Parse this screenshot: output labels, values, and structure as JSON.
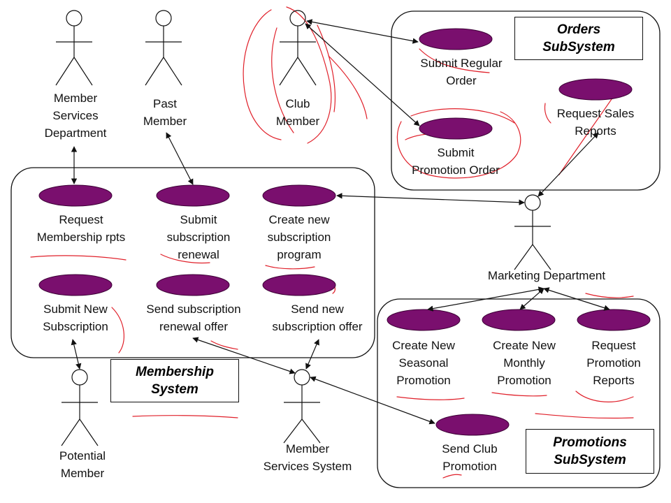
{
  "colors": {
    "usecase_fill": "#7a0f6e",
    "usecase_stroke": "#3c0035",
    "annotation": "#e0202a",
    "line": "#111111"
  },
  "systems": {
    "orders": "Orders\nSubSystem",
    "membership": "Membership\nSystem",
    "promotions": "Promotions\nSubSystem"
  },
  "actors": {
    "member_services_department": "Member\nServices\nDepartment",
    "past_member": "Past\nMember",
    "club_member": "Club\nMember",
    "marketing_department": "Marketing Department",
    "potential_member": "Potential\nMember",
    "member_services_system": "Member\nServices System"
  },
  "usecases": {
    "submit_regular_order": "Submit Regular\nOrder",
    "request_sales_reports": "Request Sales\nReports",
    "submit_promotion_order": "Submit\nPromotion Order",
    "request_membership_rpts": "Request\nMembership rpts",
    "submit_subscription_renewal": "Submit\nsubscription\nrenewal",
    "create_new_subscription_program": "Create new\nsubscription\nprogram",
    "submit_new_subscription": "Submit New\nSubscription",
    "send_subscription_renewal_offer": "Send subscription\nrenewal offer",
    "send_new_subscription_offer": "Send new\nsubscription offer",
    "create_new_seasonal_promotion": "Create New\nSeasonal\nPromotion",
    "create_new_monthly_promotion": "Create New\nMonthly\nPromotion",
    "request_promotion_reports": "Request\nPromotion\nReports",
    "send_club_promotion": "Send Club\nPromotion"
  }
}
